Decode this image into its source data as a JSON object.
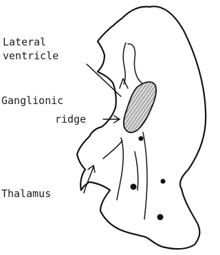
{
  "labels": {
    "lateral_1": "Lateral",
    "lateral_2": "ventricle",
    "ganglionic_1": "Ganglionic",
    "ganglionic_2": "ridge",
    "thalamus": "Thalamus"
  }
}
